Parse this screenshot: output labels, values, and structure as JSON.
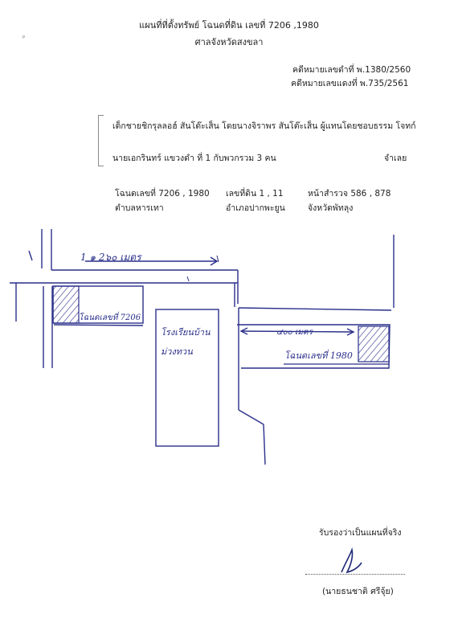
{
  "header": {
    "title": "แผนที่ที่ตั้งทรัพย์  โฉนดที่ดิน เลขที่ 7206 ,1980",
    "court": "ศาลจังหวัดสงขลา"
  },
  "case": {
    "black_no": "คดีหมายเลขดำที่ พ.1380/2560",
    "red_no": "คดีหมายเลขแดงที่ พ.735/2561"
  },
  "parties": {
    "plaintiff_line": "เด็กชายชิกรุลลอฮ์  สันโต๊ะเส็น โดยนางจิราพร  สันโต๊ะเส็น ผู้แทนโดยชอบธรรม   โจทก์",
    "defendant_line": "นายเอกรินทร์  แขวงดำ ที่ 1 กับพวกรวม 3 คน",
    "defendant_role": "จำเลย"
  },
  "property": {
    "deed_no": "โฉนดเลขที่  7206 , 1980",
    "land_no": "เลขที่ดิน 1 , 11",
    "survey_page": "หน้าสำรวจ  586 , 878",
    "subdistrict": "ตำบลหารเทา",
    "district": "อำเภอปากพะยูน",
    "province": "จังหวัดพัทลุง"
  },
  "sketch": {
    "distance_top": "1 ๑        2๖๐ เมตร",
    "deed_left": "โฉนดเลขที่ 7206",
    "school": [
      "โรงเรียนบ้าน",
      "ม่วงทวน"
    ],
    "distance_right": "๔๐๐ เมตร",
    "deed_right": "โฉนดเลขที่ 1980"
  },
  "certification": {
    "statement": "รับรองว่าเป็นแผนที่จริง",
    "signer": "(นายธนชาติ   ศรีจุ้ย)"
  }
}
